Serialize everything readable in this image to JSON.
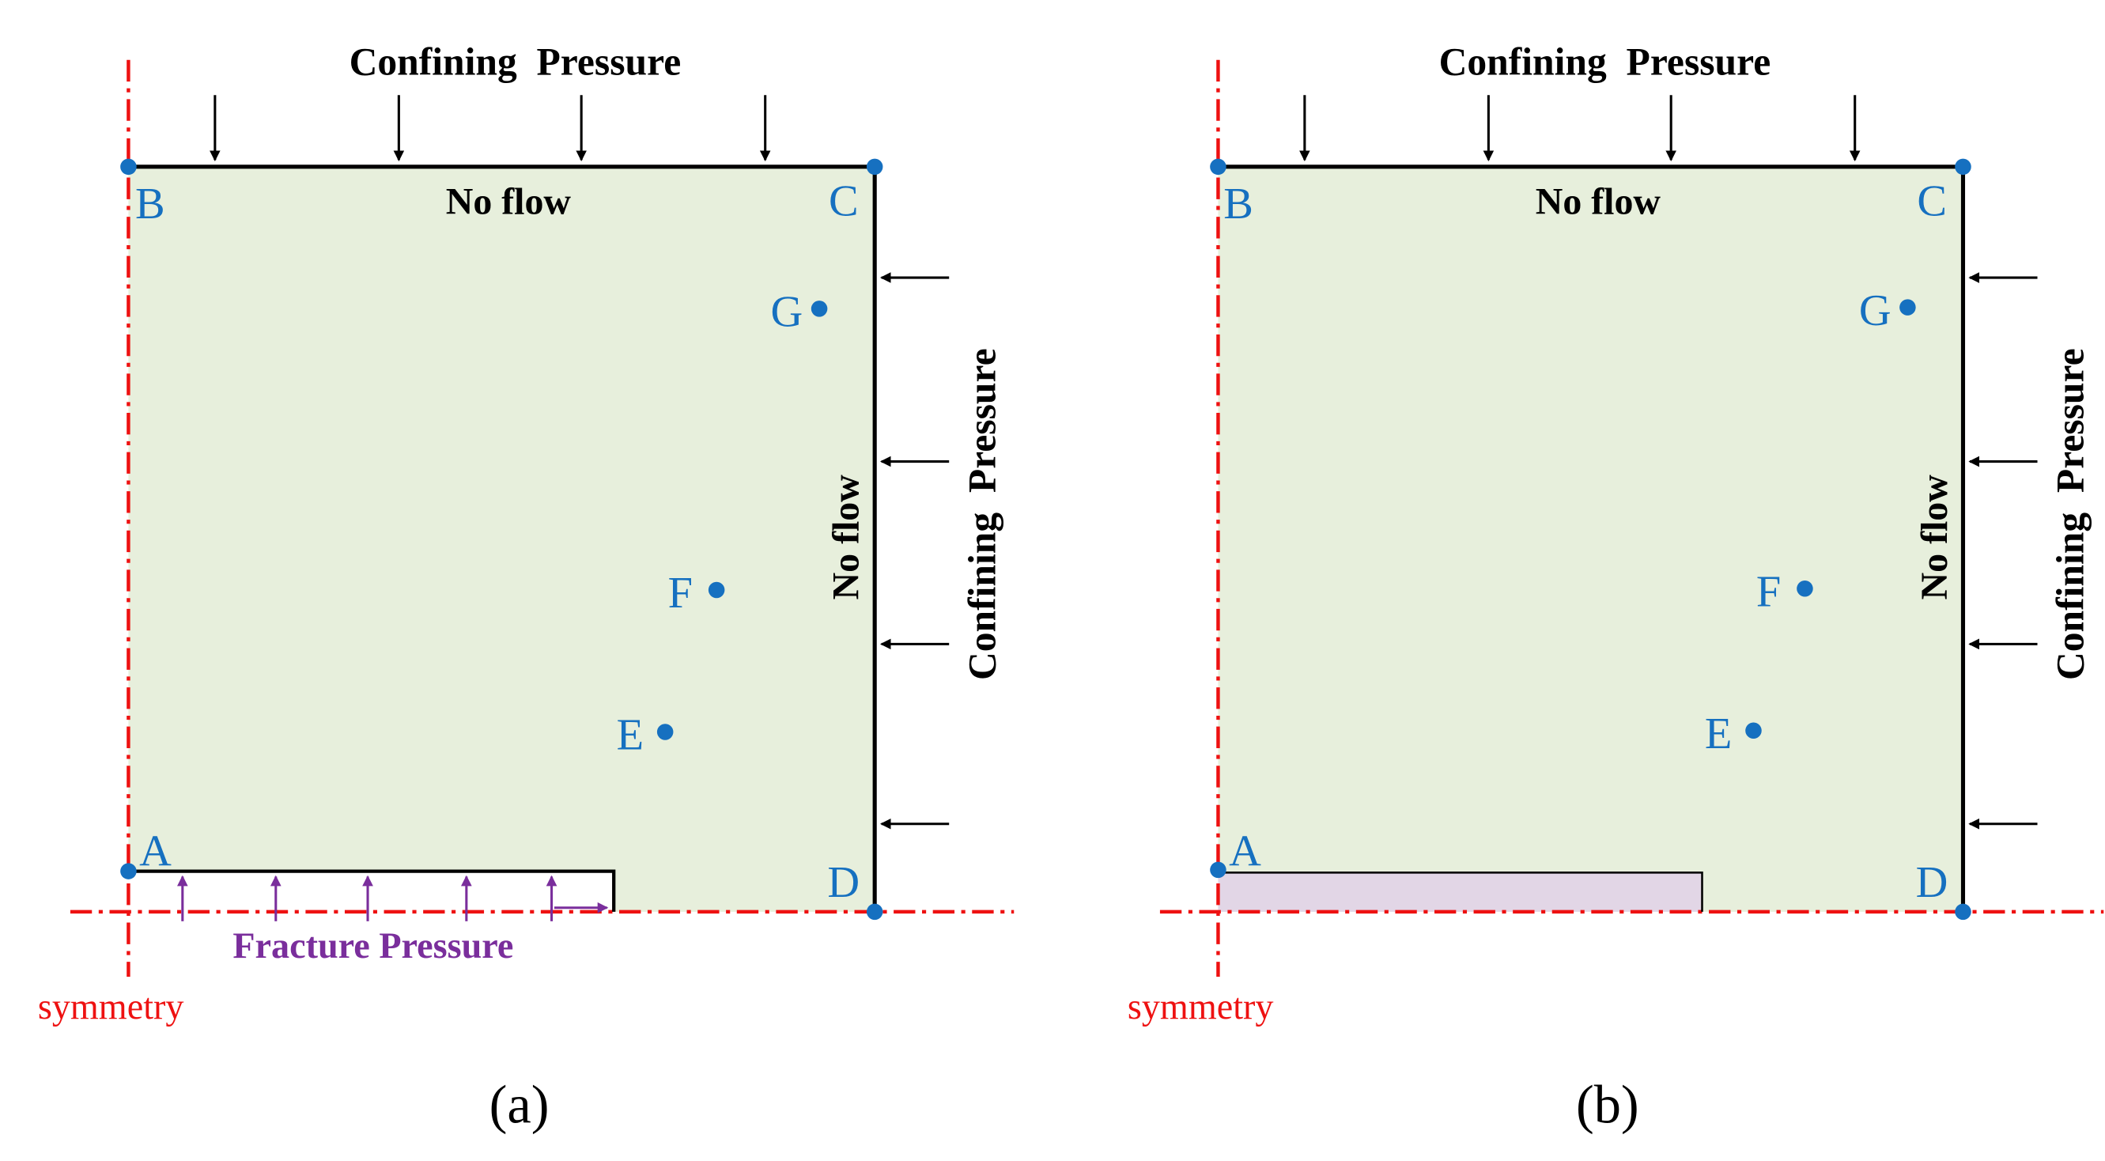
{
  "colors": {
    "domain_fill": "#e7efdc",
    "fracture_fill": "#e2d6e6",
    "boundary": "#000000",
    "symmetry": "#ee1111",
    "point": "#1670c0",
    "fracture_pressure": "#7a2e9c",
    "arrow": "#000000",
    "background": "#ffffff"
  },
  "panels": [
    {
      "id": "a",
      "caption": "(a)",
      "top_load_label": "Confining  Pressure",
      "right_load_label": "Confining  Pressure",
      "top_flow_label": "No flow",
      "right_flow_label": "No flow",
      "symmetry_label": "symmetry",
      "corner_labels": {
        "A": "A",
        "B": "B",
        "C": "C",
        "D": "D"
      },
      "monitoring_points": {
        "E": "E",
        "F": "F",
        "G": "G"
      },
      "fracture_pressure_label": "Fracture Pressure",
      "fracture_style": "pressure",
      "icons": [
        "arrow-down-icon",
        "arrow-left-icon",
        "arrow-up-icon",
        "arrow-right-icon"
      ]
    },
    {
      "id": "b",
      "caption": "(b)",
      "top_load_label": "Confining  Pressure",
      "right_load_label": "Confining  Pressure",
      "top_flow_label": "No flow",
      "right_flow_label": "No flow",
      "symmetry_label": "symmetry",
      "corner_labels": {
        "A": "A",
        "B": "B",
        "C": "C",
        "D": "D"
      },
      "monitoring_points": {
        "E": "E",
        "F": "F",
        "G": "G"
      },
      "fracture_style": "filled",
      "icons": [
        "arrow-down-icon",
        "arrow-left-icon"
      ]
    }
  ]
}
